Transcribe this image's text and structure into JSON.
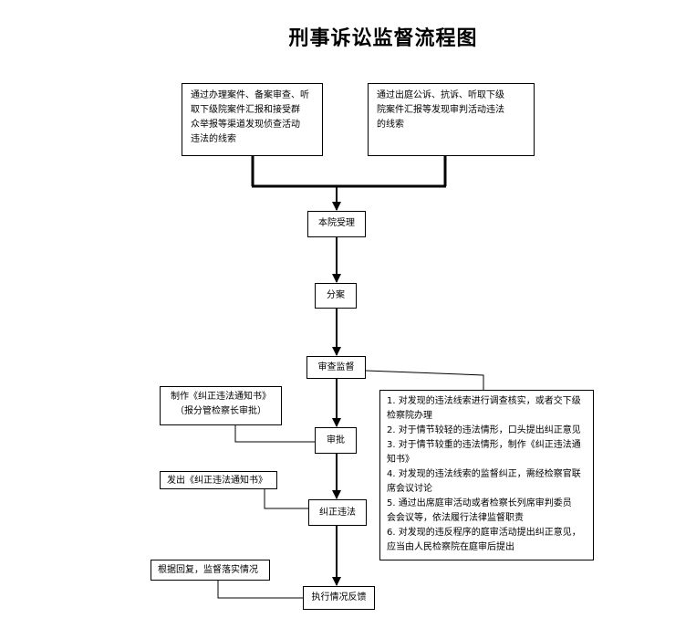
{
  "title": "刑事诉讼监督流程图",
  "sources": {
    "left_lines": [
      "通过办理案件、备案审查、听",
      "取下级院案件汇报和接受群",
      "众举报等渠道发现侦查活动",
      "违法的线索"
    ],
    "right_lines": [
      "通过出庭公诉、抗诉、听取下级",
      "院案件汇报等发现审判活动违法",
      "的线索"
    ]
  },
  "steps": {
    "accept": "本院受理",
    "assign": "分案",
    "review": "审查监督",
    "approve": "审批",
    "correct": "纠正违法",
    "feedback": "执行情况反馈"
  },
  "notes": {
    "notice_lines": [
      "制作《纠正违法通知书》",
      "（报分管检察长审批）"
    ],
    "send": "发出《纠正违法通知书》",
    "reply": "根据回复，监督落实情况"
  },
  "rules": [
    "1. 对发现的违法线索进行调查核实，或者交下级",
    "检察院办理",
    "2. 对于情节较轻的违法情形，口头提出纠正意见",
    "3. 对于情节较重的违法情形，制作《纠正违法通",
    "知书》",
    "4. 对发现的违法线索的监督纠正，需经检察官联",
    "席会议讨论",
    "5. 通过出席庭审活动或者检察长列席审判委员",
    "会会议等，依法履行法律监督职责",
    "6. 对发现的违反程序的庭审活动提出纠正意见，",
    "应当由人民检察院在庭审后提出"
  ]
}
